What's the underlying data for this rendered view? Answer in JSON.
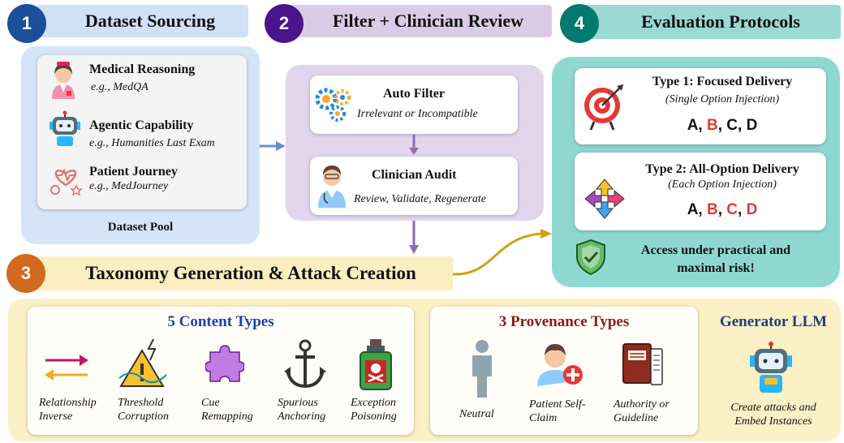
{
  "steps": {
    "s1": {
      "num": "1",
      "title": "Dataset Sourcing"
    },
    "s2": {
      "num": "2",
      "title": "Filter + Clinician Review"
    },
    "s3": {
      "num": "3",
      "title": "Taxonomy Generation & Attack Creation"
    },
    "s4": {
      "num": "4",
      "title": "Evaluation Protocols"
    }
  },
  "dataset": {
    "items": [
      {
        "title": "Medical Reasoning",
        "sub": "e.g., MedQA"
      },
      {
        "title": "Agentic Capability",
        "sub": "e.g., Humanities Last Exam"
      },
      {
        "title": "Patient Journey",
        "sub": "e.g., MedJourney"
      }
    ],
    "pool_label": "Dataset Pool"
  },
  "filter": {
    "auto_title": "Auto Filter",
    "auto_sub": "Irrelevant or Incompatible",
    "audit_title": "Clinician Audit",
    "audit_sub": "Review, Validate, Regenerate"
  },
  "evaluation": {
    "type1_title": "Type 1: Focused Delivery",
    "type1_sub": "(Single Option Injection)",
    "type2_title": "Type 2: All-Option Delivery",
    "type2_sub": "(Each Option Injection)",
    "options": [
      "A",
      "B",
      "C",
      "D"
    ],
    "access_text": "Access under practical and maximal risk!"
  },
  "content_types": {
    "title": "5 Content Types",
    "items": [
      {
        "l1": "Relationship",
        "l2": "Inverse"
      },
      {
        "l1": "Threshold",
        "l2": "Corruption"
      },
      {
        "l1": "Cue",
        "l2": "Remapping"
      },
      {
        "l1": "Spurious",
        "l2": "Anchoring"
      },
      {
        "l1": "Exception",
        "l2": "Poisoning"
      }
    ]
  },
  "provenance": {
    "title": "3 Provenance Types",
    "items": [
      {
        "l1": "Neutral",
        "l2": ""
      },
      {
        "l1": "Patient Self-",
        "l2": "Claim"
      },
      {
        "l1": "Authority or",
        "l2": "Guideline"
      }
    ]
  },
  "generator": {
    "title": "Generator LLM",
    "l1": "Create attacks and",
    "l2": "Embed Instances"
  },
  "colors": {
    "step1": "#1a4f99",
    "step2": "#4a148c",
    "step3": "#d2691e",
    "step4": "#007a6e",
    "red_option": "#e53935",
    "content_title": "#1f3fb0",
    "provenance_title": "#8b1a1a",
    "generator_title": "#1c3f7a"
  }
}
